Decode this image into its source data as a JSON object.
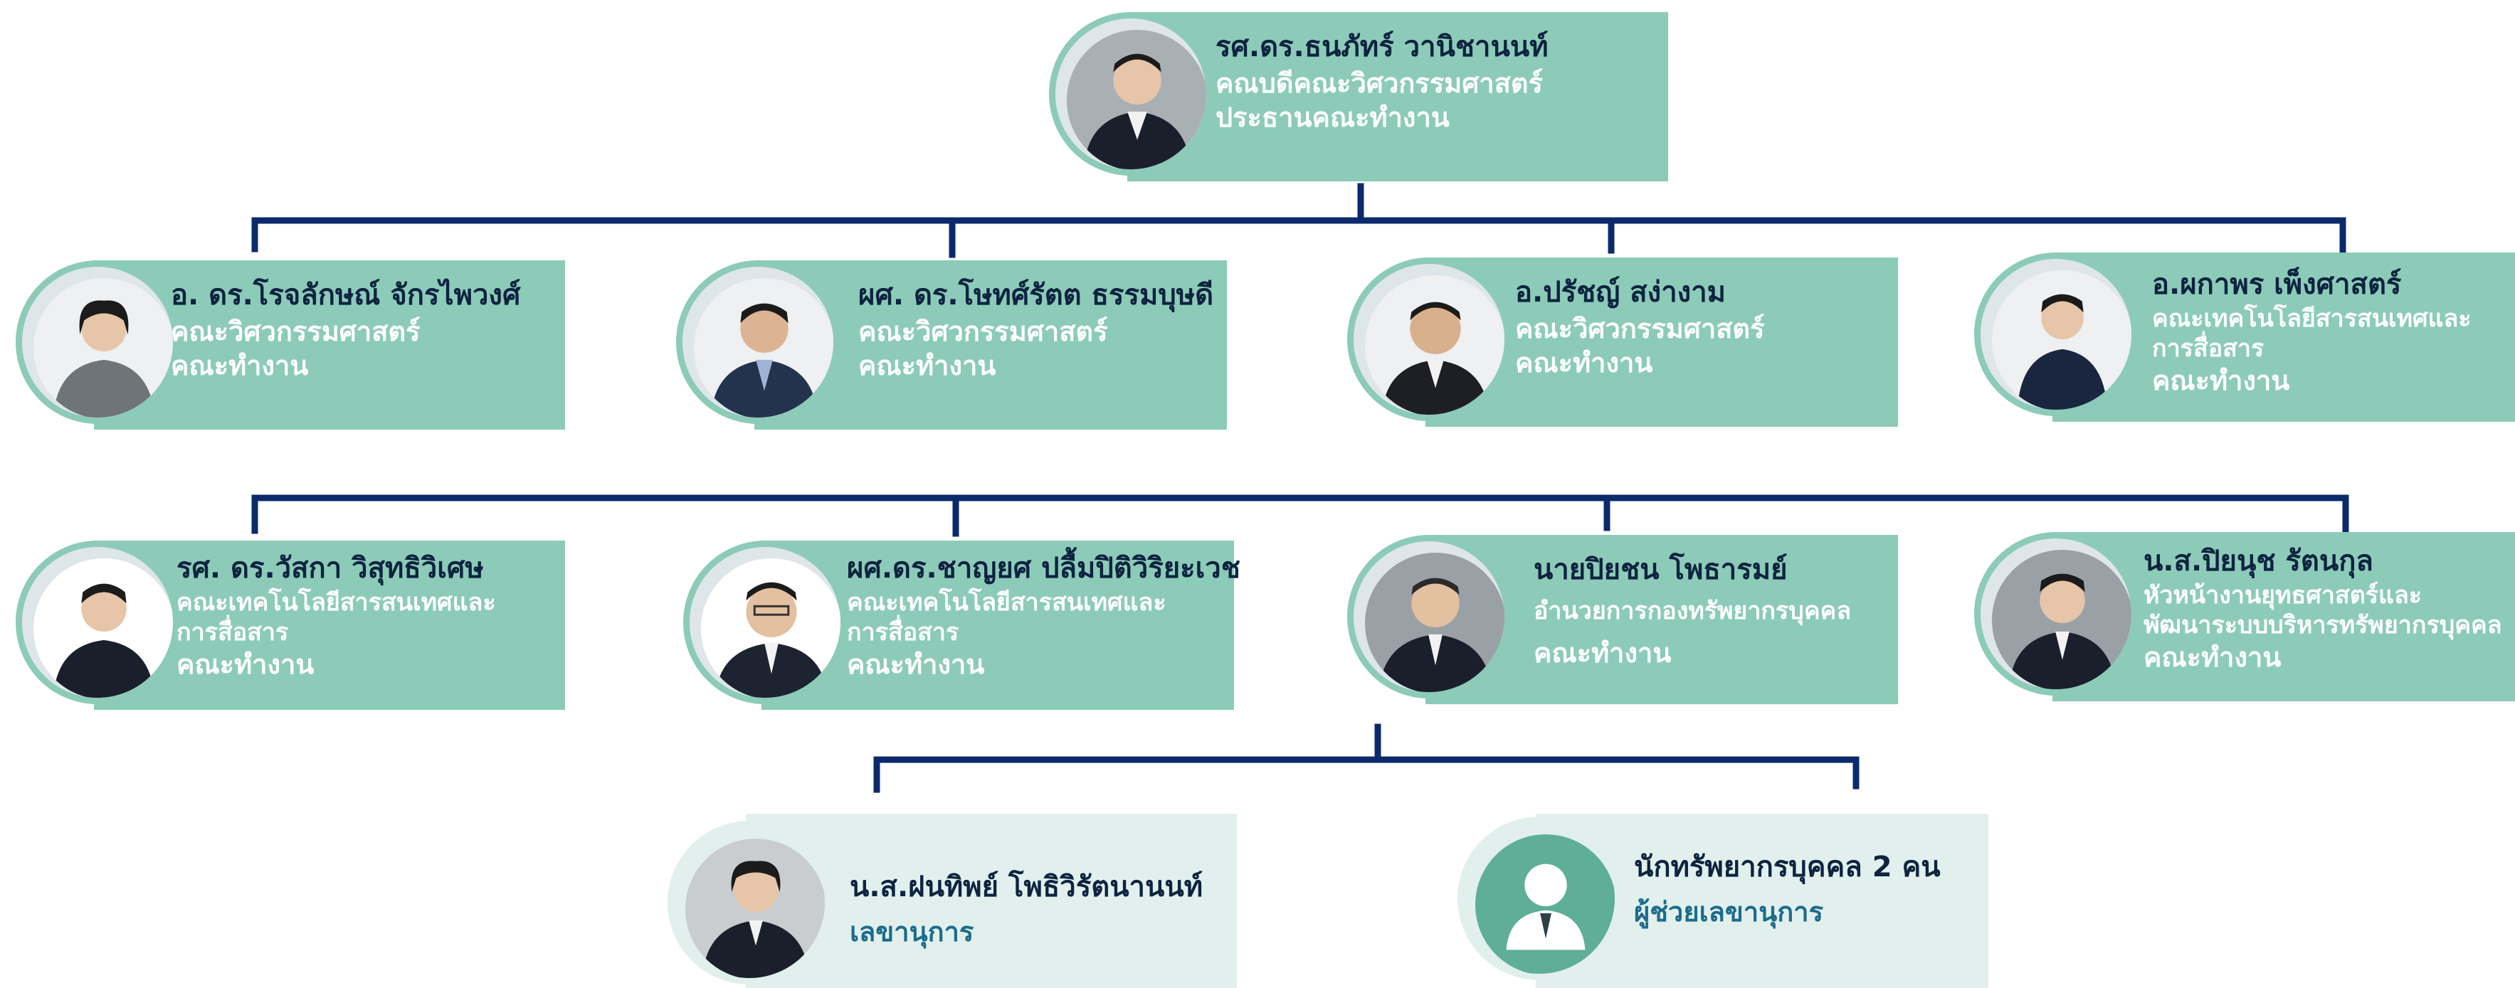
{
  "chart": {
    "top": {
      "name": "รศ.ดร.ธนภัทร์ วานิชานนท์",
      "lines": [
        "คณบดีคณะวิศวกรรมศาสตร์",
        "ประธานคณะทำงาน"
      ]
    },
    "row1": [
      {
        "name": "อ. ดร.โรจลักษณ์ จักรไพวงศ์",
        "lines": [
          "คณะวิศวกรรมศาสตร์",
          "คณะทำงาน"
        ]
      },
      {
        "name": "ผศ. ดร.โษทศ์รัตต ธรรมบุษดี",
        "lines": [
          "คณะวิศวกรรมศาสตร์",
          "คณะทำงาน"
        ]
      },
      {
        "name": "อ.ปรัชญ์ สง่างาม",
        "lines": [
          "คณะวิศวกรรมศาสตร์",
          "คณะทำงาน"
        ]
      },
      {
        "name": "อ.ผกาพร เพ็งศาสตร์",
        "lines": [
          "คณะเทคโนโลยีสารสนเทศและ",
          "การสื่อสาร",
          "คณะทำงาน"
        ]
      }
    ],
    "row2": [
      {
        "name": "รศ. ดร.วัสกา วิสุทธิวิเศษ",
        "lines": [
          "คณะเทคโนโลยีสารสนเทศและ",
          "การสื่อสาร",
          "คณะทำงาน"
        ]
      },
      {
        "name": "ผศ.ดร.ชาญยศ ปลื้มปิติวิริยะเวช",
        "lines": [
          "คณะเทคโนโลยีสารสนเทศและ",
          "การสื่อสาร",
          "คณะทำงาน"
        ]
      },
      {
        "name": "นายปิยชน โพธารมย์",
        "lines": [
          "อำนวยการกองทรัพยากรบุคคล",
          "คณะทำงาน"
        ]
      },
      {
        "name": "น.ส.ปิยนุช รัตนกุล",
        "lines": [
          "หัวหน้างานยุทธศาสตร์และ",
          "พัฒนาระบบบริหารทรัพยากรบุคคล",
          "คณะทำงาน"
        ]
      }
    ],
    "row3": [
      {
        "name": "น.ส.ฝนทิพย์ โพธิวิรัตนานนท์",
        "lines": [
          "เลขานุการ"
        ]
      },
      {
        "name": "นักทรัพยากรบุคคล 2 คน",
        "lines": [
          "ผู้ช่วยเลขานุการ"
        ]
      }
    ]
  },
  "colors": {
    "box": "#8ccbb8",
    "box_light": "#e1f0ec",
    "line": "#0c2a6b",
    "name_text": "#0d2340",
    "secondary_text": "#1c6b8c"
  }
}
